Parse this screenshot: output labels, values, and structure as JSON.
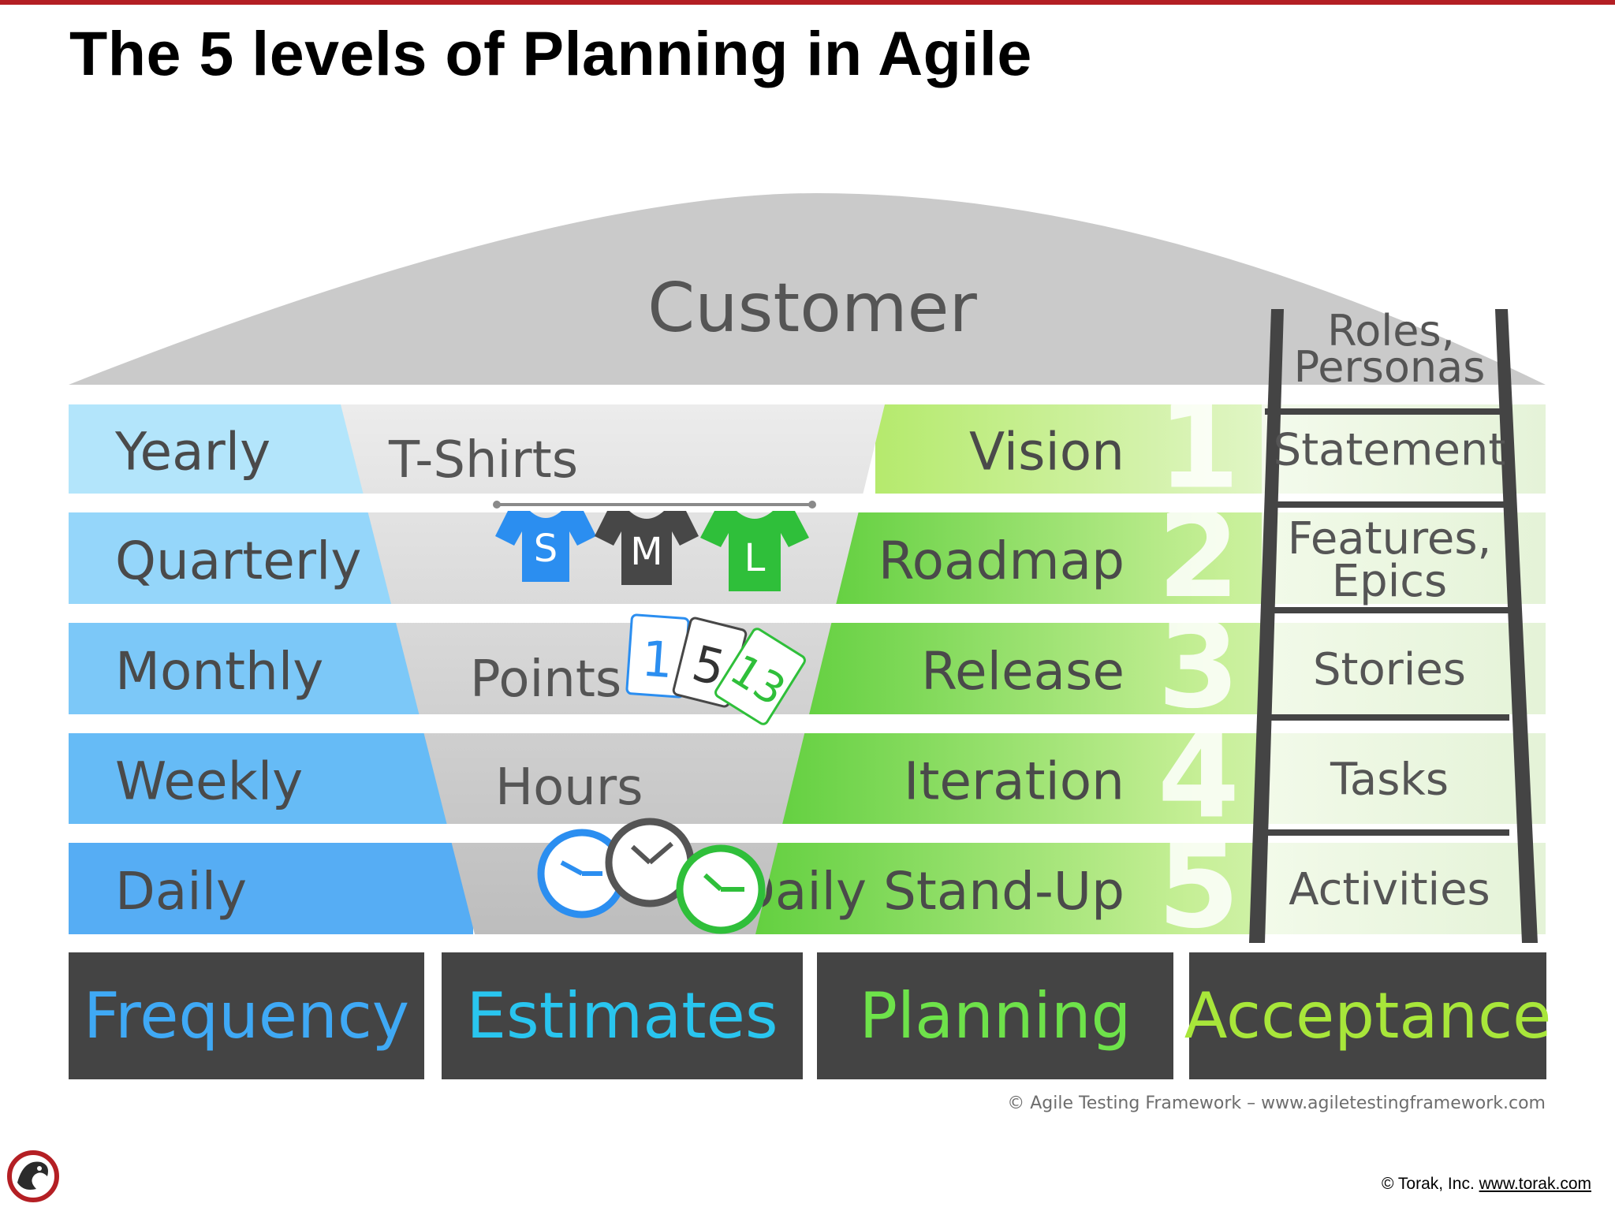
{
  "title": "The 5 levels of Planning in Agile",
  "customer_label": "Customer",
  "roles_label": [
    "Roles,",
    "Personas"
  ],
  "rows": [
    {
      "frequency": "Yearly",
      "planning": "Vision",
      "number": "1",
      "acceptance": [
        "Statement"
      ]
    },
    {
      "frequency": "Quarterly",
      "planning": "Roadmap",
      "number": "2",
      "acceptance": [
        "Features,",
        "Epics"
      ]
    },
    {
      "frequency": "Monthly",
      "planning": "Release",
      "number": "3",
      "acceptance": [
        "Stories"
      ]
    },
    {
      "frequency": "Weekly",
      "planning": "Iteration",
      "number": "4",
      "acceptance": [
        "Tasks"
      ]
    },
    {
      "frequency": "Daily",
      "planning": "Daily Stand-Up",
      "number": "5",
      "acceptance": [
        "Activities"
      ]
    }
  ],
  "estimates": {
    "tshirts_label": "T-Shirts",
    "shirt_sizes": [
      "S",
      "M",
      "L"
    ],
    "points_label": "Points",
    "cards": [
      "1",
      "5",
      "13"
    ],
    "hours_label": "Hours"
  },
  "categories": [
    {
      "label": "Frequency",
      "color": "#3fa9f5"
    },
    {
      "label": "Estimates",
      "color": "#29c5ef"
    },
    {
      "label": "Planning",
      "color": "#6ee24a"
    },
    {
      "label": "Acceptance",
      "color": "#a8e63a"
    }
  ],
  "credit": "© Agile Testing Framework – www.agiletestingframework.com",
  "footer": {
    "prefix": "© Torak, Inc.",
    "link": "www.torak.com"
  },
  "colors": {
    "accent_red": "#b41f24",
    "customer_gray": "#cacaca",
    "box_dark": "#444444",
    "shirt_s": "#2b8ef0",
    "shirt_m": "#474747",
    "shirt_l": "#2fbf3a"
  }
}
